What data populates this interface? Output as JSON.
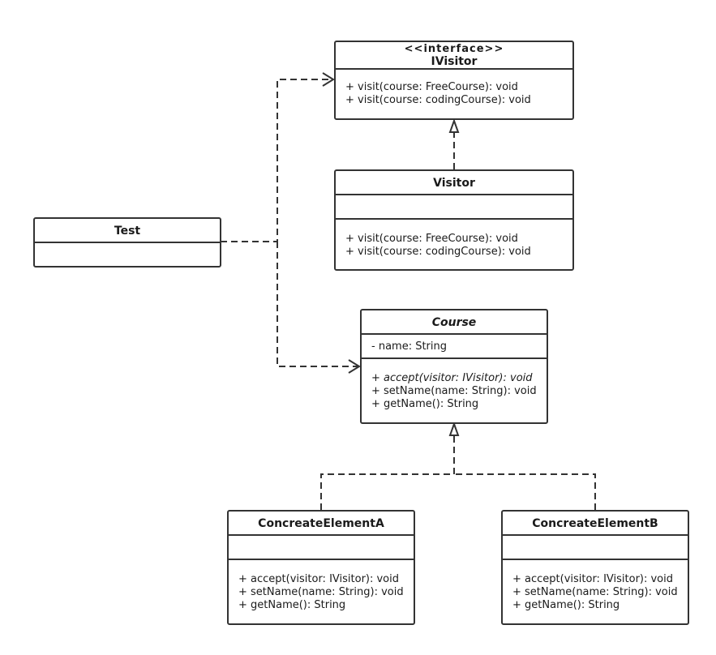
{
  "ivisitor": {
    "stereotype": "<<interface>>",
    "name": "IVisitor",
    "methods": [
      "+ visit(course: FreeCourse): void",
      "+ visit(course: codingCourse): void"
    ]
  },
  "visitor": {
    "name": "Visitor",
    "methods": [
      "+ visit(course: FreeCourse): void",
      "+ visit(course: codingCourse): void"
    ]
  },
  "test": {
    "name": "Test"
  },
  "course": {
    "name": "Course",
    "attributes": [
      "- name: String"
    ],
    "methods": [
      "+ accept(visitor: IVisitor): void",
      "+ setName(name: String): void",
      "+ getName(): String"
    ]
  },
  "elementA": {
    "name": "ConcreateElementA",
    "methods": [
      "+ accept(visitor: IVisitor): void",
      "+ setName(name: String): void",
      "+ getName(): String"
    ]
  },
  "elementB": {
    "name": "ConcreateElementB",
    "methods": [
      "+ accept(visitor: IVisitor): void",
      "+ setName(name: String): void",
      "+ getName(): String"
    ]
  }
}
